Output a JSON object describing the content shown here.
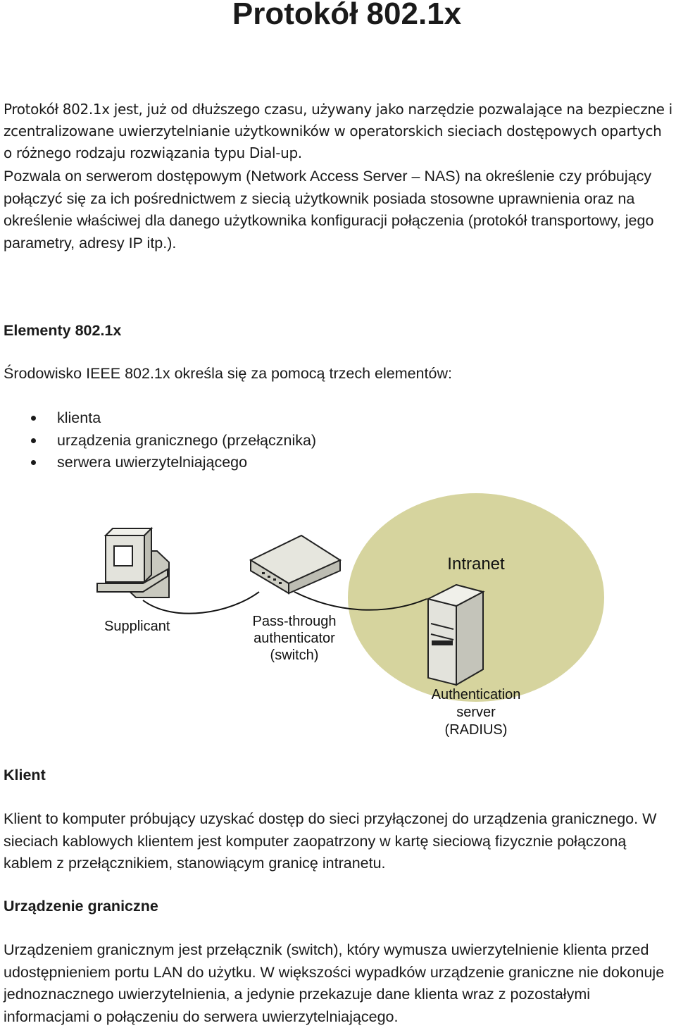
{
  "title": "Protokół 802.1x",
  "intro_paragraph": "Protokół 802.1x jest, już od dłuższego czasu, używany jako narzędzie pozwalające na bezpieczne i zcentralizowane uwierzytelnianie użytkowników w operatorskich sieciach dostępowych opartych o różnego rodzaju rozwiązania typu Dial-up.",
  "nas_paragraph": "Pozwala on serwerom dostępowym (Network Access Server – NAS) na określenie czy próbujący połączyć się za ich pośrednictwem z siecią użytkownik posiada stosowne uprawnienia oraz na określenie właściwej dla danego użytkownika konfiguracji połączenia (protokół transportowy, jego parametry, adresy IP itp.).",
  "elements_section": {
    "heading": "Elementy 802.1x",
    "intro": "Środowisko IEEE 802.1x określa się za pomocą trzech elementów:",
    "items": [
      "klienta",
      "urządzenia granicznego (przełącznika)",
      "serwera uwierzytelniającego"
    ]
  },
  "diagram": {
    "intranet_label": "Intranet",
    "supplicant_label": "Supplicant",
    "switch_label": [
      "Pass-through",
      "authenticator",
      "(switch)"
    ],
    "server_label": [
      "Authentication",
      "server",
      "(RADIUS)"
    ],
    "colors": {
      "intranet_fill": "#d6d49e",
      "device_fill": "#ddddd5",
      "outline": "#222222"
    }
  },
  "klient_section": {
    "heading": "Klient",
    "text": "Klient to komputer próbujący uzyskać dostęp do sieci przyłączonej do urządzenia granicznego. W sieciach kablowych klientem jest komputer zaopatrzony w kartę sieciową fizycznie połączoną kablem z przełącznikiem, stanowiącym granicę intranetu."
  },
  "urzadzenie_section": {
    "heading": "Urządzenie graniczne",
    "text": "Urządzeniem granicznym jest przełącznik (switch), który wymusza uwierzytelnienie klienta przed udostępnieniem portu LAN do użytku. W większości wypadków urządzenie graniczne nie dokonuje jednoznacznego uwierzytelnienia, a jedynie przekazuje dane klienta wraz z pozostałymi informacjami o połączeniu do serwera uwierzytelniającego."
  }
}
